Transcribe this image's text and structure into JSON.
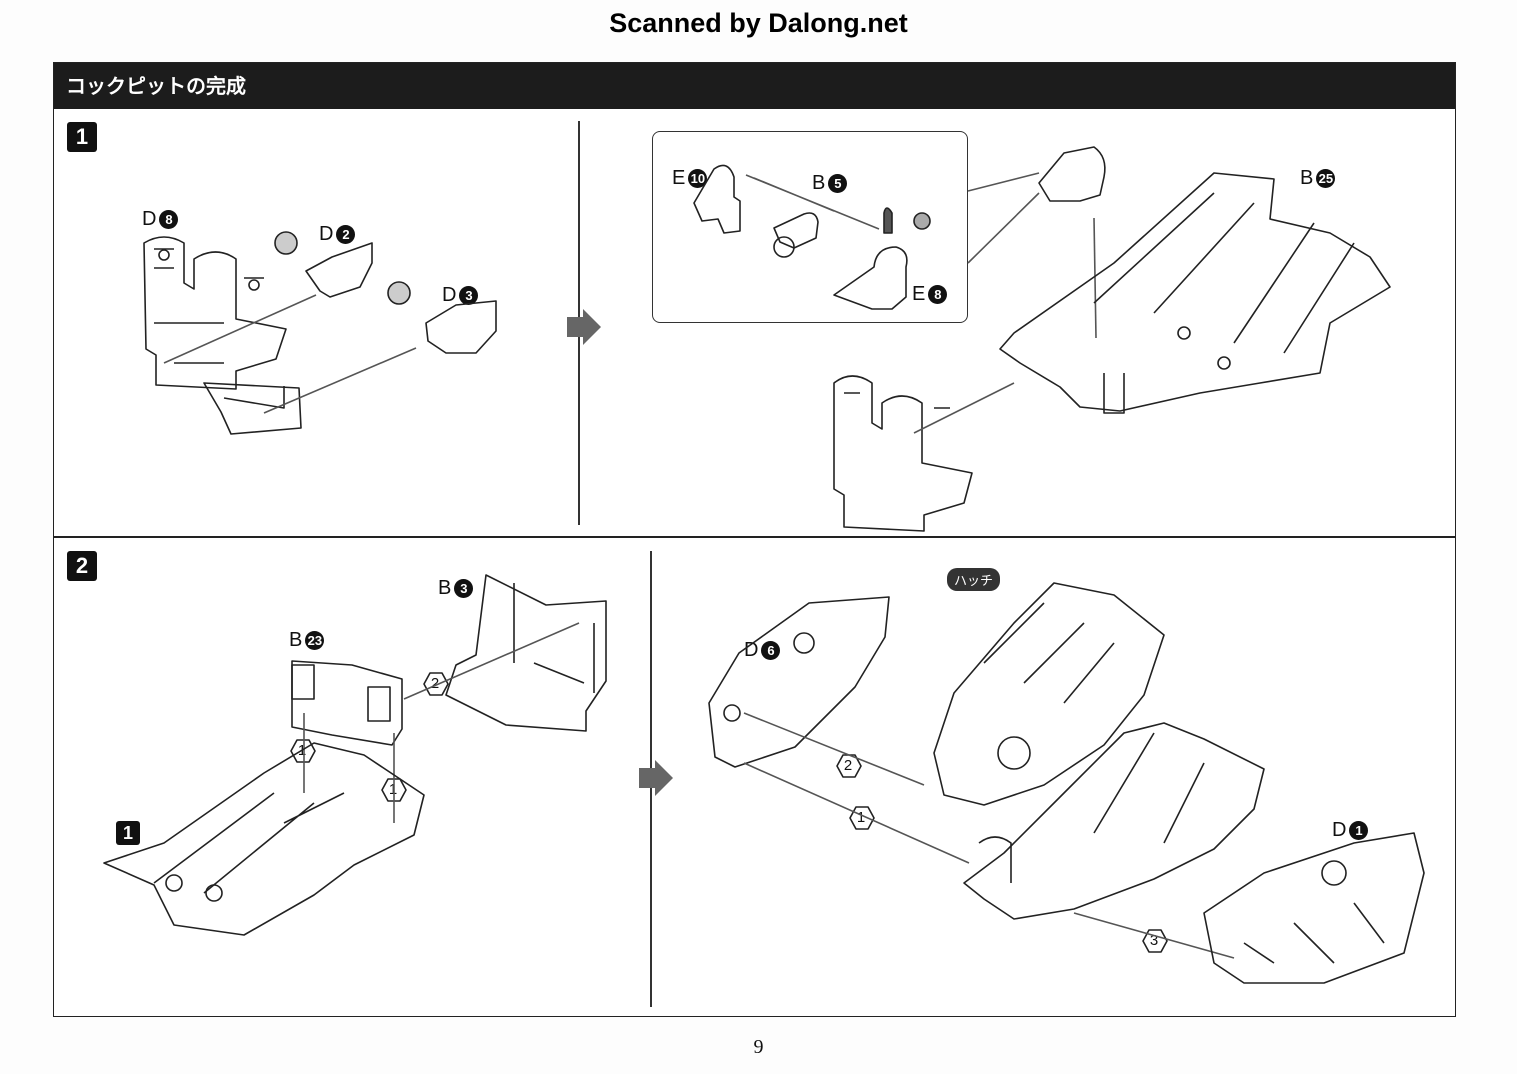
{
  "watermark": "Scanned by Dalong.net",
  "section_title": "コックピットの完成",
  "steps": [
    "1",
    "2"
  ],
  "step1_left_labels": [
    {
      "letter": "D",
      "num": "8"
    },
    {
      "letter": "D",
      "num": "2"
    },
    {
      "letter": "D",
      "num": "3"
    }
  ],
  "step1_inset_labels": [
    {
      "letter": "E",
      "num": "10"
    },
    {
      "letter": "B",
      "num": "5"
    },
    {
      "letter": "E",
      "num": "8"
    }
  ],
  "step1_right_label": {
    "letter": "B",
    "num": "25"
  },
  "step2_left_labels": [
    {
      "letter": "B",
      "num": "3"
    },
    {
      "letter": "B",
      "num": "23"
    }
  ],
  "step2_ref": "1",
  "step2_right_labels": [
    {
      "letter": "D",
      "num": "6"
    },
    {
      "letter": "D",
      "num": "1"
    }
  ],
  "hatch_label": "ハッチ",
  "order_numbers": [
    "1",
    "2",
    "3"
  ],
  "page_number": "9"
}
